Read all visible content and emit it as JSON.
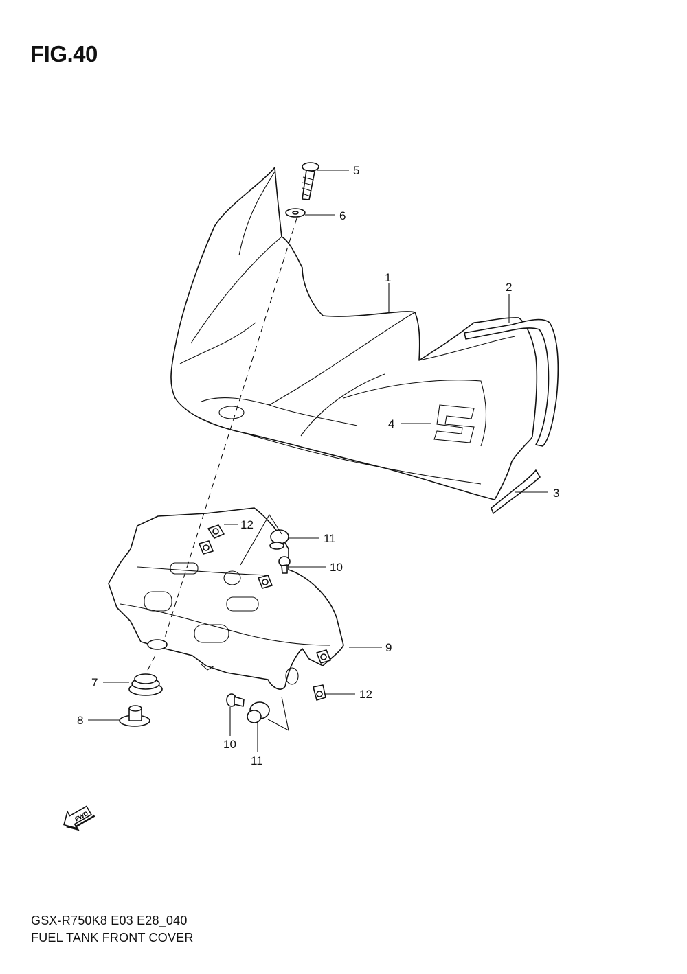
{
  "figure": {
    "title": "FIG.40"
  },
  "callouts": [
    {
      "id": "c1",
      "number": "1"
    },
    {
      "id": "c2",
      "number": "2"
    },
    {
      "id": "c3",
      "number": "3"
    },
    {
      "id": "c4",
      "number": "4"
    },
    {
      "id": "c5",
      "number": "5"
    },
    {
      "id": "c6",
      "number": "6"
    },
    {
      "id": "c7",
      "number": "7"
    },
    {
      "id": "c8",
      "number": "8"
    },
    {
      "id": "c9",
      "number": "9"
    },
    {
      "id": "c10a",
      "number": "10"
    },
    {
      "id": "c10b",
      "number": "10"
    },
    {
      "id": "c11a",
      "number": "11"
    },
    {
      "id": "c11b",
      "number": "11"
    },
    {
      "id": "c12a",
      "number": "12"
    },
    {
      "id": "c12b",
      "number": "12"
    }
  ],
  "fwd_icon": {
    "label": "FWD",
    "icon": "forward-arrow-icon"
  },
  "footer": {
    "model_code": "GSX-R750K8 E03 E28_040",
    "part_name": "FUEL TANK FRONT COVER"
  }
}
